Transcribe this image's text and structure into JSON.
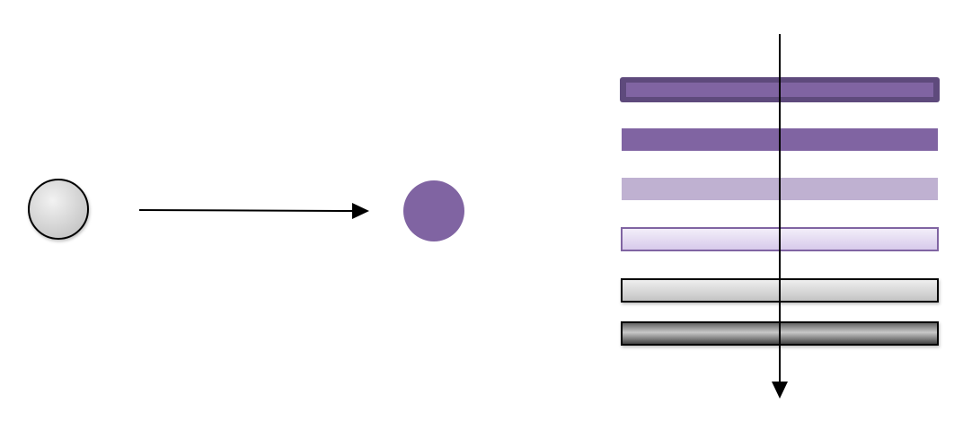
{
  "colors": {
    "purple": "#8064a2",
    "purple_dark": "#5e4a7c",
    "purple_light": "#bfb1d1",
    "lavender_fill_top": "#f4f0fa",
    "lavender_fill_bottom": "#d8cbec",
    "grey_light": "#e6e6e6",
    "grey_mid": "#c8c8c8",
    "black": "#000000"
  },
  "shapes": {
    "start_circle": {
      "fill": "grey-gradient",
      "stroke": "#000000"
    },
    "end_circle": {
      "fill": "#8064a2"
    },
    "arrow": {
      "direction": "right"
    },
    "layer_stack": {
      "layers": [
        {
          "name": "layer-1",
          "style": "dark-purple-outlined"
        },
        {
          "name": "layer-2",
          "style": "purple-solid"
        },
        {
          "name": "layer-3",
          "style": "light-purple-solid"
        },
        {
          "name": "layer-4",
          "style": "lavender-gradient-outlined"
        },
        {
          "name": "layer-5",
          "style": "light-grey-gradient-outlined"
        },
        {
          "name": "layer-6",
          "style": "dark-grey-gradient-outlined"
        }
      ],
      "axis": {
        "direction": "down"
      }
    }
  }
}
